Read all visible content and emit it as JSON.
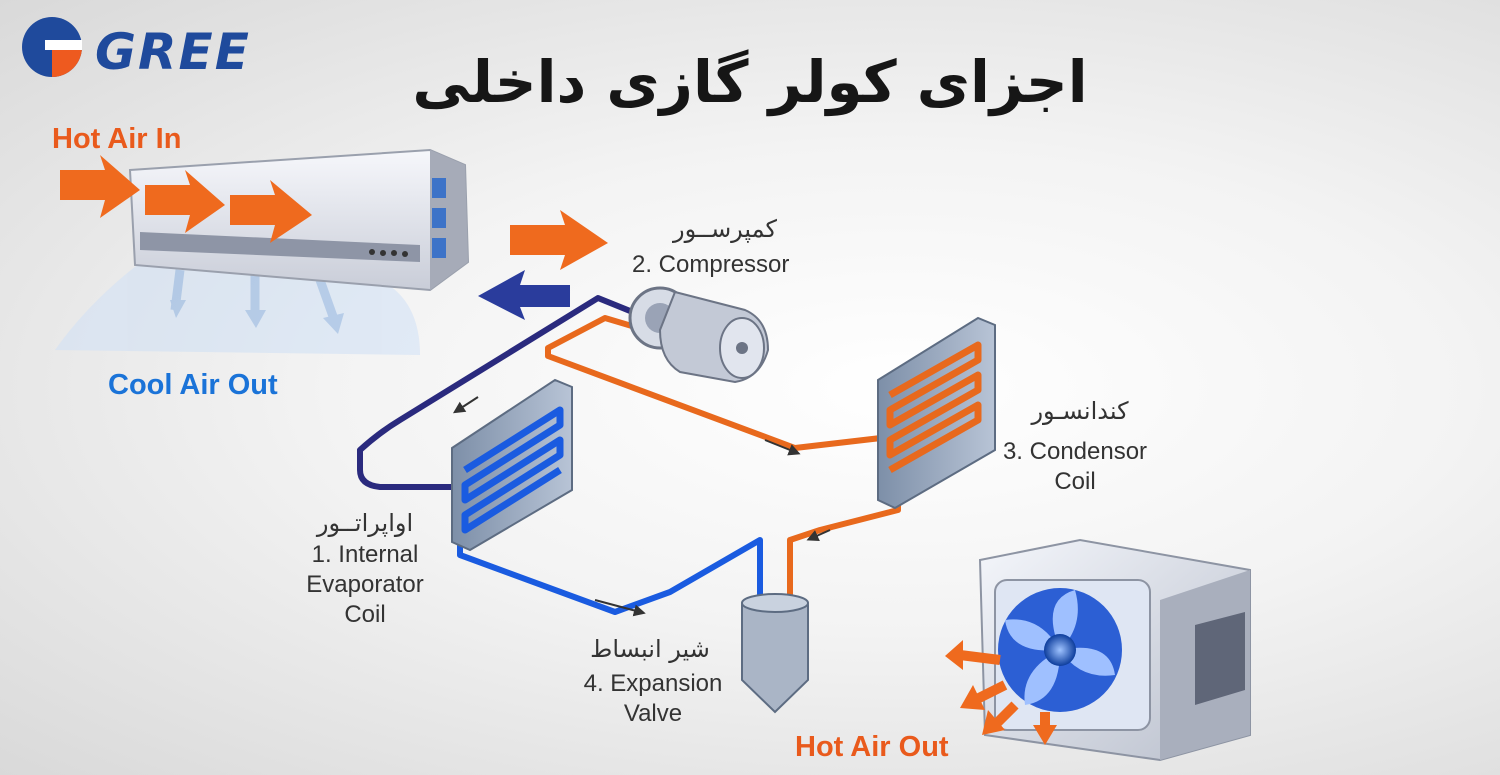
{
  "brand": {
    "name": "GREE",
    "color": "#1f4a9c",
    "accent": "#ee5a1f"
  },
  "title": "اجزای کولر گازی داخلی",
  "flow_labels": {
    "hot_air_in": "Hot Air In",
    "cool_air_out": "Cool Air Out",
    "hot_air_out": "Hot Air Out"
  },
  "components": [
    {
      "number": 1,
      "fa": "اواپراتــور",
      "en_lines": [
        "1. Internal",
        "Evaporator",
        "Coil"
      ]
    },
    {
      "number": 2,
      "fa": "کمپرســور",
      "en_lines": [
        "2. Compressor"
      ]
    },
    {
      "number": 3,
      "fa": "کندانسـور",
      "en_lines": [
        "3. Condensor",
        "Coil"
      ]
    },
    {
      "number": 4,
      "fa": "شیر انبساط",
      "en_lines": [
        "4. Expansion",
        "Valve"
      ]
    }
  ],
  "colors": {
    "hot_line": "#e8691d",
    "cold_line": "#1a5be0",
    "return_line": "#2a2a7e",
    "hot_text": "#e95a1c",
    "cool_text": "#1a73d8"
  },
  "icons": [
    "gree-logo-icon",
    "indoor-unit-icon",
    "compressor-icon",
    "condenser-coil-icon",
    "evaporator-coil-icon",
    "expansion-valve-icon",
    "outdoor-unit-icon",
    "fan-icon"
  ]
}
